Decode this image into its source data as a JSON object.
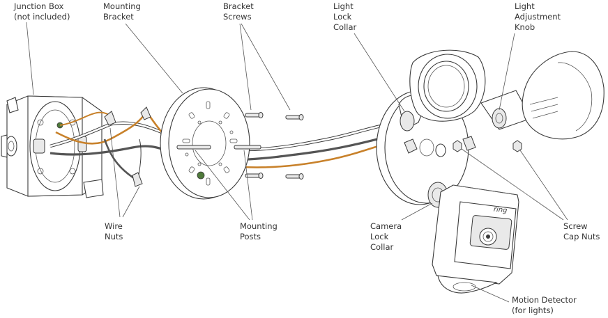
{
  "labels": {
    "junction_box": [
      "Junction Box",
      "(not included)"
    ],
    "mounting_bracket": [
      "Mounting",
      "Bracket"
    ],
    "bracket_screws": [
      "Bracket",
      "Screws"
    ],
    "light_lock_collar": [
      "Light",
      "Lock",
      "Collar"
    ],
    "light_adjustment_knob": [
      "Light",
      "Adjustment",
      "Knob"
    ],
    "wire_nuts": [
      "Wire",
      "Nuts"
    ],
    "mounting_posts": [
      "Mounting",
      "Posts"
    ],
    "camera_lock_collar": [
      "Camera",
      "Lock",
      "Collar"
    ],
    "screw_cap_nuts": [
      "Screw",
      "Cap Nuts"
    ],
    "motion_detector": [
      "Motion Detector",
      "(for lights)"
    ]
  },
  "camera_brand": "ring",
  "colors": {
    "line": "#3a3a3a",
    "wire_orange": "#c8812a",
    "wire_gray": "#555555",
    "wire_white": "#ffffff",
    "ground_green": "#4f7a3a",
    "label_text": "#333333"
  }
}
